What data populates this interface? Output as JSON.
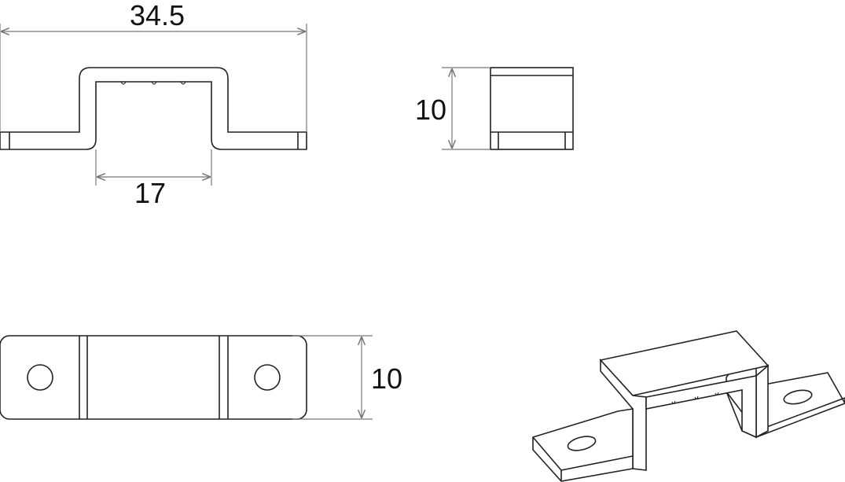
{
  "dimensions": {
    "overall_width": "34.5",
    "inner_width": "17",
    "side_height": "10",
    "plan_width": "10"
  },
  "colors": {
    "outline": "#222222",
    "dimension_line": "#777777",
    "background": "#ffffff"
  }
}
